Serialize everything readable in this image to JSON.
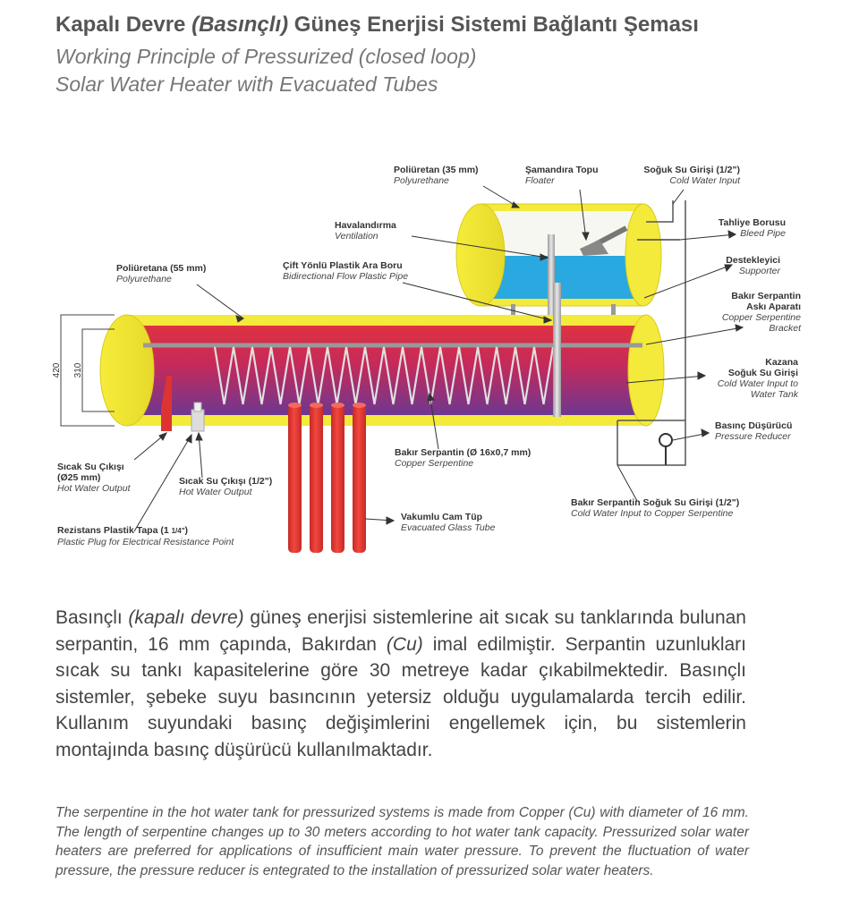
{
  "header": {
    "title_part1": "Kapalı Devre ",
    "title_italic": "(Basınçlı)",
    "title_part2": " Güneş Enerjisi Sistemi Bağlantı Şeması",
    "subtitle_line1": "Working Principle of Pressurized (closed loop)",
    "subtitle_line2": "Solar Water Heater with Evacuated Tubes"
  },
  "colors": {
    "insulation_yellow": "#f3ea3c",
    "tank_red": "#d8234c",
    "tank_purple": "#6a3a98",
    "water_blue": "#27a9e1",
    "tube_red": "#ee3f3a",
    "text_gray": "#444444"
  },
  "labels": {
    "poliuretan_35": {
      "tr": "Poliüretan (35 mm)",
      "en": "Polyurethane"
    },
    "samandira": {
      "tr": "Şamandıra Topu",
      "en": "Floater"
    },
    "soguk_su_girisi": {
      "tr": "Soğuk Su Girişi (1/2\")",
      "en": "Cold Water Input"
    },
    "havalandirma": {
      "tr": "Havalandırma",
      "en": "Ventilation"
    },
    "tahliye": {
      "tr": "Tahliye Borusu",
      "en": "Bleed Pipe"
    },
    "destekleyici": {
      "tr": "Destekleyici",
      "en": "Supporter"
    },
    "poliuretana_55": {
      "tr": "Poliüretana (55 mm)",
      "en": "Polyurethane"
    },
    "cift_yonlu": {
      "tr": "Çift Yönlü Plastik Ara Boru",
      "en": "Bidirectional Flow Plastic Pipe"
    },
    "bakir_aski_tr1": "Bakır Serpantin",
    "bakir_aski_tr2": "Askı Aparatı",
    "bakir_aski_en1": "Copper Serpentine",
    "bakir_aski_en2": "Bracket",
    "kazana_tr1": "Kazana",
    "kazana_tr2": "Soğuk Su Girişi",
    "kazana_en1": "Cold Water Input to",
    "kazana_en2": "Water Tank",
    "basinc_dusurucu": {
      "tr": "Basınç Düşürücü",
      "en": "Pressure Reducer"
    },
    "bakir_serpantin": {
      "tr": "Bakır Serpantin (Ø 16x0,7 mm)",
      "en": "Copper Serpentine"
    },
    "bakir_soguk": {
      "tr": "Bakır Serpantin Soğuk Su Girişi (1/2\")",
      "en": "Cold Water Input to Copper Serpentine"
    },
    "sicak_25_tr1": "Sıcak Su Çıkışı",
    "sicak_25_tr2": "(Ø25 mm)",
    "sicak_25_en": "Hot Water Output",
    "sicak_12": {
      "tr": "Sıcak Su Çıkışı (1/2\")",
      "en": "Hot Water Output"
    },
    "rezistans_tr_main": "Rezistans Plastik Tapa (1 ",
    "rezistans_tr_small": "1/4\"",
    "rezistans_tr_close": ")",
    "rezistans_en": "Plastic Plug for Electrical Resistance Point",
    "vakumlu": {
      "tr": "Vakumlu Cam Tüp",
      "en": "Evacuated Glass Tube"
    }
  },
  "dimensions": {
    "outer": "420",
    "inner": "310"
  },
  "body_text": {
    "tr_p1": "Basınçlı ",
    "tr_italic1": "(kapalı devre)",
    "tr_p2": " güneş enerjisi sistemlerine ait sıcak su tanklarında bulunan serpantin, 16 mm çapında, Bakırdan ",
    "tr_italic2": "(Cu)",
    "tr_p3": " imal edilmiştir. Serpantin uzunlukları sıcak su tankı kapasitelerine göre 30 metreye kadar çıkabilmektedir. Basınçlı sistemler, şebeke suyu basıncının yetersiz olduğu uygulamalarda tercih edilir. Kullanım suyundaki basınç değişimlerini engellemek için, bu sistemlerin montajında basınç düşürücü kullanılmaktadır.",
    "en": "The serpentine in the hot water tank for pressurized systems is made from Copper (Cu) with diameter of 16 mm. The length of serpentine changes up to 30 meters according to hot water tank capacity. Pressurized solar water heaters are preferred for applications of insufficient main water pressure. To prevent the fluctuation of water pressure, the pressure reducer is entegrated to the installation of pressurized solar water heaters."
  }
}
